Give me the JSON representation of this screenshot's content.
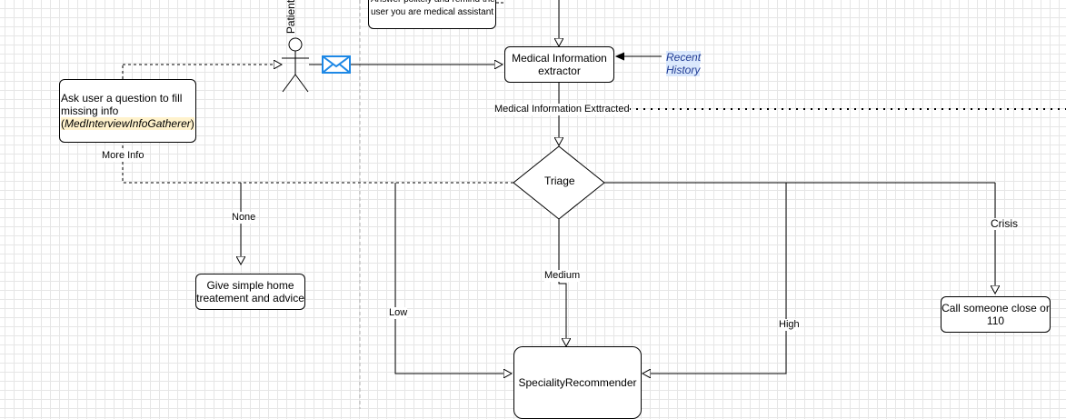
{
  "nodes": {
    "polite_note": "Answer politely and remind the user you are medical assistant",
    "extractor": "Medical Information extractor",
    "recent_history": "Recent History",
    "ask_user_prefix": "Ask user a question to fill missing info",
    "ask_user_open": "(",
    "ask_user_agent": "MedInterviewInfoGatherer",
    "ask_user_close": ")",
    "triage": "Triage",
    "home_advice": "Give simple home treatement and advice",
    "speciality": "SpecialityRecommender",
    "emergency": "Call someone close or 110",
    "actor": "Patient"
  },
  "edges": {
    "extracted": "Medical Information Exttracted",
    "more_info": "More Info",
    "none": "None",
    "low": "Low",
    "medium": "Medium",
    "high": "High",
    "crisis": "Crisis"
  },
  "colors": {
    "line": "#000000",
    "envelope": "#1e88e5",
    "highlight_agent": "#fff2cc",
    "highlight_history": "#dae8fc",
    "separator": "#b3b3b3"
  },
  "icons": [
    "actor-icon",
    "envelope-icon"
  ]
}
